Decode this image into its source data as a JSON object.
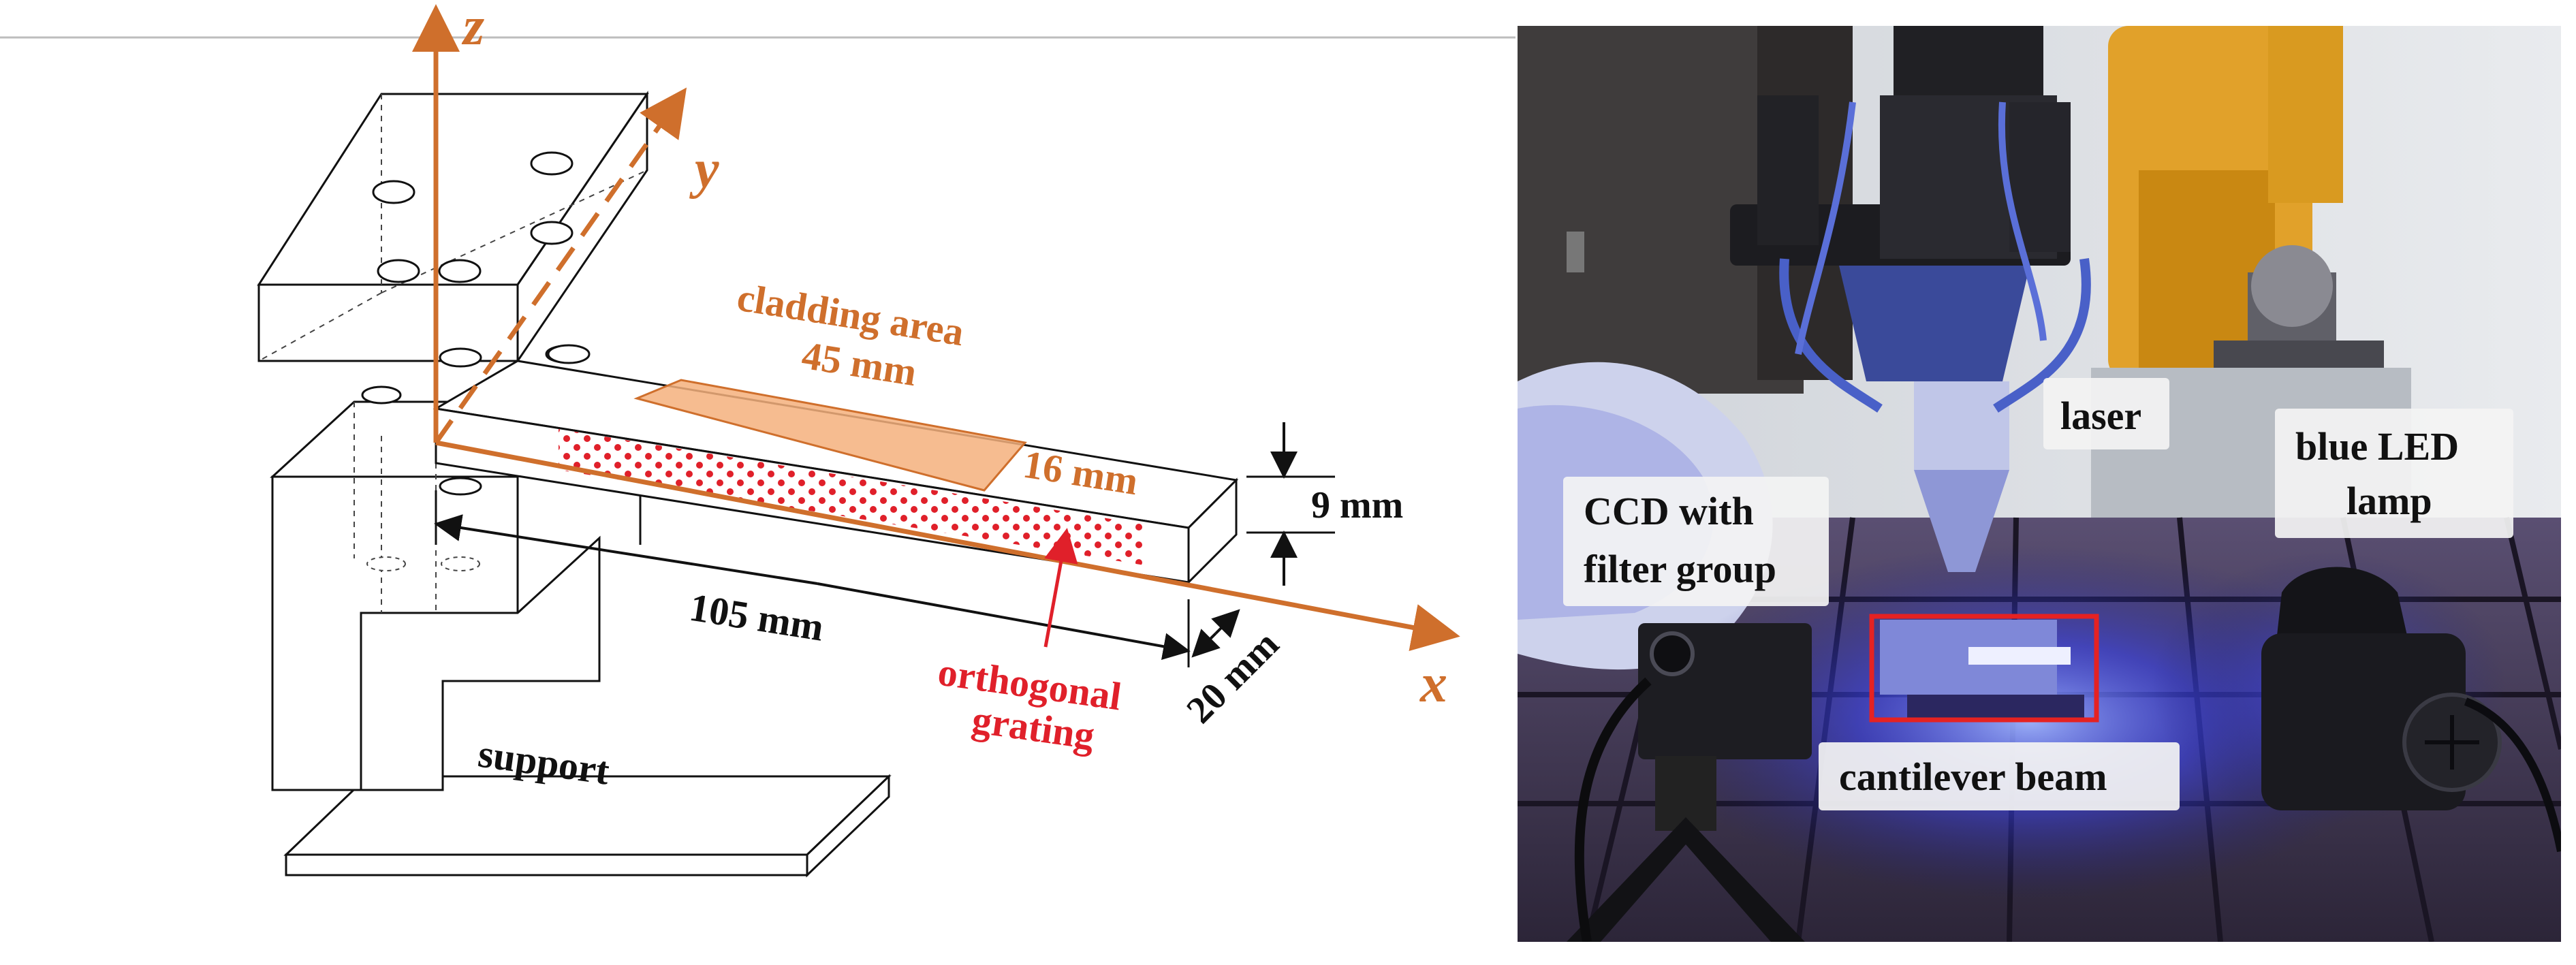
{
  "diagram": {
    "axes": {
      "x": "x",
      "y": "y",
      "z": "z"
    },
    "labels": {
      "cladding_area": "cladding area",
      "cladding_length": "45 mm",
      "width_16": "16 mm",
      "thickness": "9 mm",
      "length": "105 mm",
      "width_20": "20 mm",
      "grating_line1": "orthogonal",
      "grating_line2": "grating",
      "support": "support"
    },
    "colors": {
      "axis": "#cf6f2c",
      "cladding_fill": "#f5b07c",
      "grating": "#e0202a",
      "outline": "#111111"
    }
  },
  "photo": {
    "labels": {
      "laser": "laser",
      "led_line1": "blue LED",
      "led_line2": "lamp",
      "ccd_line1": "CCD with",
      "ccd_line2": "filter group",
      "beam": "cantilever beam"
    },
    "colors": {
      "led_glow": "#3b45ff",
      "highlight_box": "#e52222"
    }
  }
}
